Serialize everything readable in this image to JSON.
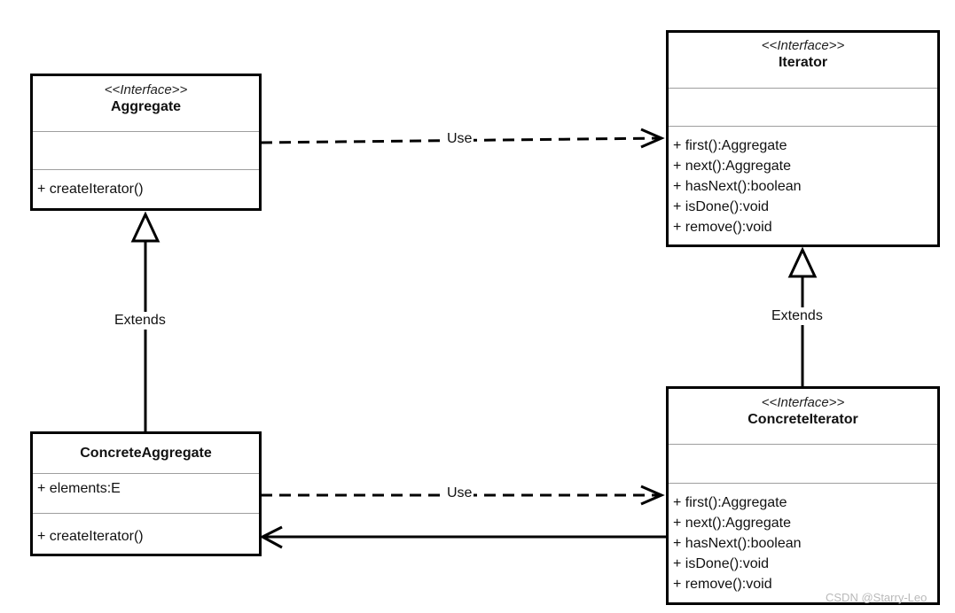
{
  "classes": {
    "aggregate": {
      "stereotype": "<<Interface>>",
      "name": "Aggregate",
      "methods": [
        "+ createIterator()"
      ]
    },
    "iterator": {
      "stereotype": "<<Interface>>",
      "name": "Iterator",
      "methods": [
        "+ first():Aggregate",
        "+ next():Aggregate",
        "+ hasNext():boolean",
        "+ isDone():void",
        "+ remove():void"
      ]
    },
    "concrete_aggregate": {
      "name": "ConcreteAggregate",
      "attributes": [
        "+ elements:E"
      ],
      "methods": [
        "+ createIterator()"
      ]
    },
    "concrete_iterator": {
      "stereotype": "<<Interface>>",
      "name": "ConcreteIterator",
      "methods": [
        "+ first():Aggregate",
        "+ next():Aggregate",
        "+ hasNext():boolean",
        "+ isDone():void",
        "+ remove():void"
      ]
    }
  },
  "relations": {
    "use_top": "Use",
    "use_bottom": "Use",
    "extends_left": "Extends",
    "extends_right": "Extends"
  },
  "watermark": "CSDN @Starry-Leo"
}
